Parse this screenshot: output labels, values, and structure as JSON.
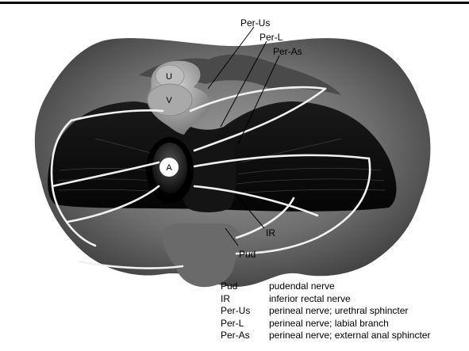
{
  "diagram": {
    "callouts": {
      "per_us": "Per-Us",
      "per_l": "Per-L",
      "per_as": "Per-As",
      "ir": "IR",
      "pud": "Pud"
    },
    "organs": {
      "urethra": "U",
      "vagina": "V",
      "anus": "A"
    }
  },
  "legend": [
    {
      "abbr": "Pud",
      "desc": "pudendal nerve"
    },
    {
      "abbr": "IR",
      "desc": "inferior rectal nerve"
    },
    {
      "abbr": "Per-Us",
      "desc": "perineal nerve; urethral sphincter"
    },
    {
      "abbr": "Per-L",
      "desc": "perineal nerve; labial branch"
    },
    {
      "abbr": "Per-As",
      "desc": "perineal nerve; external anal sphincter"
    }
  ]
}
